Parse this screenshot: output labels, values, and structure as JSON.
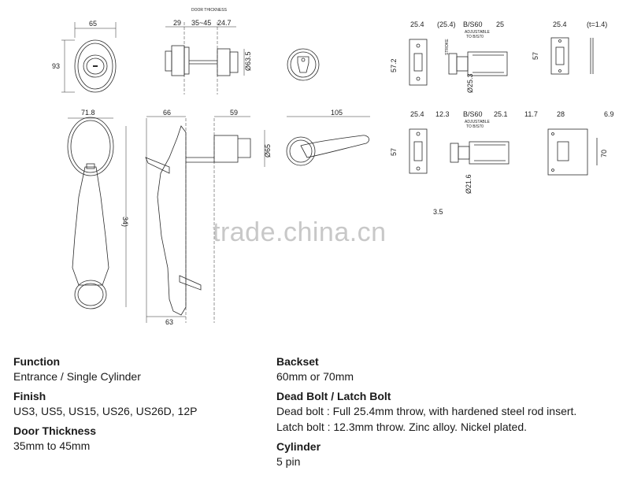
{
  "drawing": {
    "watermark": "trade.china.cn",
    "dims": {
      "d65": "65",
      "d93": "93",
      "d29": "29",
      "door_thickness_label": "DOOR THICKNESS",
      "d35_45": "35~45",
      "d24_7": "24.7",
      "d63_5": "Ø63.5",
      "d71_8": "71.8",
      "d66": "66",
      "d59": "59",
      "d105": "105",
      "d65b": "Ø65",
      "d34": "34)",
      "d63": "63",
      "d25_4a": "25.4",
      "d57_2": "57.2",
      "d25_4b": "(25.4)",
      "stroke": "STROKE",
      "bs60a": "B/S60",
      "adjustable_a": "ADJUSTABLE",
      "to_bs70_a": "TO B/S70",
      "d25": "25",
      "d25_3": "Ø25.3",
      "d25_4c": "25.4",
      "t14": "(t=1.4)",
      "d57a": "57",
      "d25_4d": "25.4",
      "d57b": "57",
      "d12_3": "12.3",
      "bs60b": "B/S60",
      "adjustable_b": "ADJUSTABLE",
      "to_bs70_b": "TO B/S70",
      "d25_1": "25.1",
      "d21_6": "Ø21.6",
      "d11_7": "11.7",
      "d28": "28",
      "d6_9": "6.9",
      "d70": "70",
      "d3_5": "3.5"
    }
  },
  "specs": {
    "function": {
      "label": "Function",
      "value": "Entrance / Single Cylinder"
    },
    "finish": {
      "label": "Finish",
      "value": "US3, US5, US15, US26, US26D, 12P"
    },
    "door_thickness": {
      "label": "Door Thickness",
      "value": "35mm to 45mm"
    },
    "backset": {
      "label": "Backset",
      "value": "60mm or 70mm"
    },
    "bolt": {
      "label": "Dead Bolt / Latch Bolt",
      "line1": "Dead bolt : Full 25.4mm throw, with hardened steel rod insert.",
      "line2": "Latch bolt : 12.3mm throw. Zinc alloy. Nickel plated."
    },
    "cylinder": {
      "label": "Cylinder",
      "value": "5 pin"
    }
  }
}
